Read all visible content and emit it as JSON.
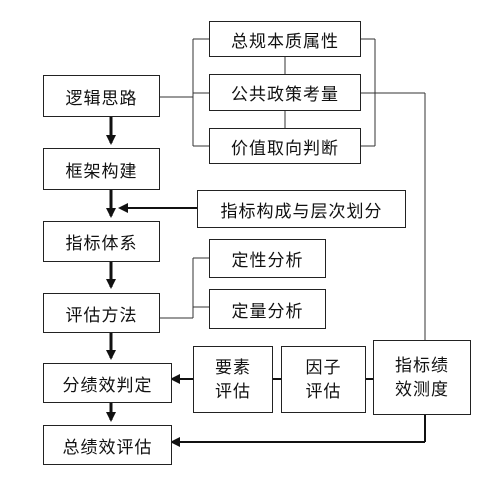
{
  "nodes": {
    "logic": "逻辑思路",
    "framework": "框架构建",
    "index_system": "指标体系",
    "eval_method": "评估方法",
    "sub_eval": "分绩效判定",
    "total_eval": "总绩效评估",
    "nature": "总规本质属性",
    "policy": "公共政策考量",
    "value": "价值取向判断",
    "composition": "指标构成与层次划分",
    "qualitative": "定性分析",
    "quantitative": "定量分析",
    "element_1": "要素",
    "element_2": "评估",
    "factor_1": "因子",
    "factor_2": "评估",
    "measure_1": "指标绩",
    "measure_2": "效测度"
  }
}
